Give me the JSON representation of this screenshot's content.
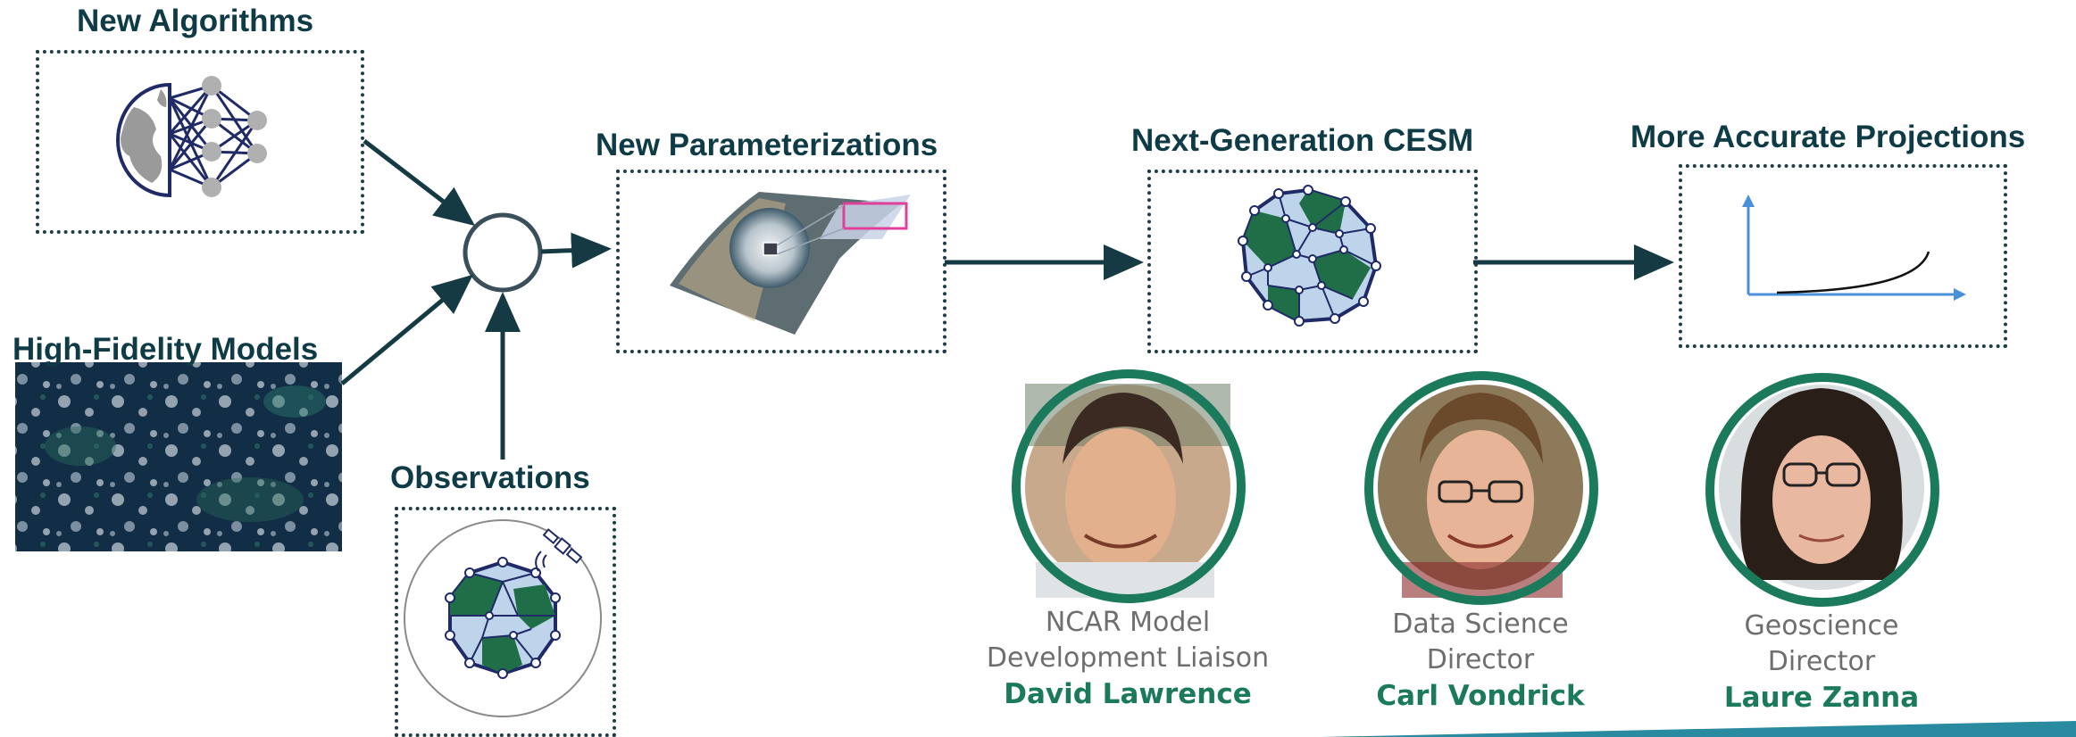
{
  "diagram": {
    "sources": {
      "algorithms_title": "New Algorithms",
      "hifi_title": "High-Fidelity Models",
      "observations_title": "Observations"
    },
    "stages": {
      "parameterizations_title": "New Parameterizations",
      "cesm_title": "Next-Generation CESM",
      "projections_title": "More Accurate Projections"
    }
  },
  "people": [
    {
      "role_line1": "NCAR Model",
      "role_line2": "Development Liaison",
      "name": "David Lawrence"
    },
    {
      "role_line1": "Data Science",
      "role_line2": "Director",
      "name": "Carl Vondrick"
    },
    {
      "role_line1": "Geoscience",
      "role_line2": "Director",
      "name": "Laure Zanna"
    }
  ],
  "colors": {
    "heading": "#0f3b46",
    "arrow": "#163a43",
    "accent_green": "#1b7a5c",
    "globe_land": "#1f6e47",
    "globe_water": "#bdd4ea",
    "axis_blue": "#4a90d9"
  },
  "icons": [
    "neural-net-globe-icon",
    "satellite-image",
    "satellite-globe-icon",
    "warped-map-icon",
    "network-globe-icon",
    "growth-curve-icon"
  ]
}
